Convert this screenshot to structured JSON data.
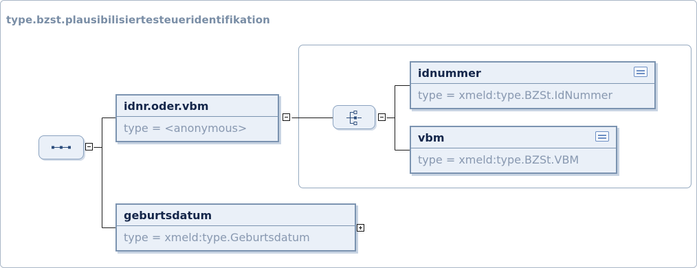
{
  "diagram": {
    "title": "type.bzst.plausibilisiertesteueridentifikation",
    "elements": {
      "idnr_oder_vbm": {
        "name": "idnr.oder.vbm",
        "type": "type = <anonymous>"
      },
      "geburtsdatum": {
        "name": "geburtsdatum",
        "type": "type = xmeld:type.Geburtsdatum"
      },
      "idnummer": {
        "name": "idnummer",
        "type": "type = xmeld:type.BZSt.IdNummer"
      },
      "vbm": {
        "name": "vbm",
        "type": "type = xmeld:type.BZSt.VBM"
      }
    },
    "compositors": {
      "root": "sequence",
      "inner": "choice"
    },
    "icons": {
      "documentation": "documentation-icon",
      "collapse": "collapse-toggle-icon",
      "expand": "expand-toggle-icon"
    },
    "colors": {
      "element_fill": "#eaf0f8",
      "element_border": "#7b93b0",
      "name_text": "#14264a",
      "type_text": "#8898b0",
      "title_text": "#7a8ea6"
    }
  }
}
